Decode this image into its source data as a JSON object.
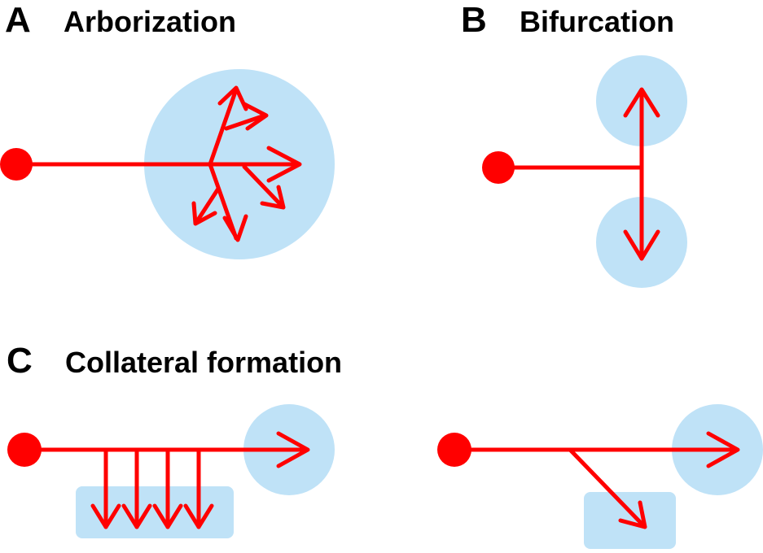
{
  "panels": {
    "a": {
      "letter": "A",
      "title": "Arborization"
    },
    "b": {
      "letter": "B",
      "title": "Bifurcation"
    },
    "c": {
      "letter": "C",
      "title": "Collateral formation"
    }
  },
  "colors": {
    "axon": "#ff0000",
    "target_region": "#bfe2f7",
    "text": "#000000"
  }
}
